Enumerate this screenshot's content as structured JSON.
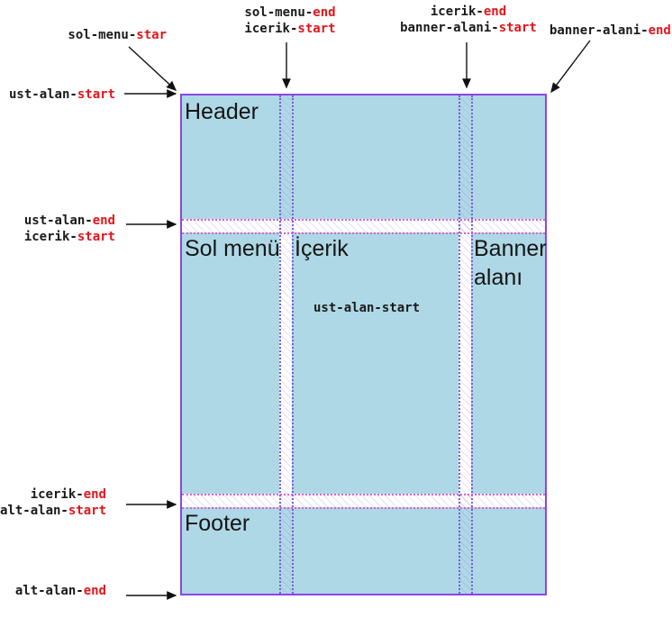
{
  "colors": {
    "area-fill": "#aed8e6",
    "grid-border": "#8a46e4",
    "v-line": "#7b5cdc",
    "h-line": "#d664c8",
    "arrow": "#111111",
    "label-text": "#1a1a1a",
    "label-accent": "#e3151b",
    "area-text": "#151515"
  },
  "grid": {
    "areas": {
      "header": "Header",
      "sol_menu": "Sol menü",
      "icerik": "İçerik",
      "banner": "Banner alanı",
      "footer": "Footer"
    },
    "content_note": "ust-alan-start"
  },
  "annotations": {
    "sol_menu_start": {
      "pre": "sol-menu-",
      "suf": "star"
    },
    "sol_menu_end": {
      "pre": "sol-menu-",
      "suf": "end"
    },
    "icerik_start_col": {
      "pre": "icerik-",
      "suf": "start"
    },
    "icerik_end_col": {
      "pre": "icerik-",
      "suf": "end"
    },
    "banner_alani_start": {
      "pre": "banner-alani-",
      "suf": "start"
    },
    "banner_alani_end": {
      "pre": "banner-alani-",
      "suf": "end"
    },
    "ust_alan_start": {
      "pre": "ust-alan-",
      "suf": "start"
    },
    "ust_alan_end": {
      "pre": "ust-alan-",
      "suf": "end"
    },
    "icerik_start_row": {
      "pre": "icerik-",
      "suf": "start"
    },
    "icerik_end_row": {
      "pre": "icerik-",
      "suf": "end"
    },
    "alt_alan_start": {
      "pre": "alt-alan-",
      "suf": "start"
    },
    "alt_alan_end": {
      "pre": "alt-alan-",
      "suf": "end"
    }
  }
}
